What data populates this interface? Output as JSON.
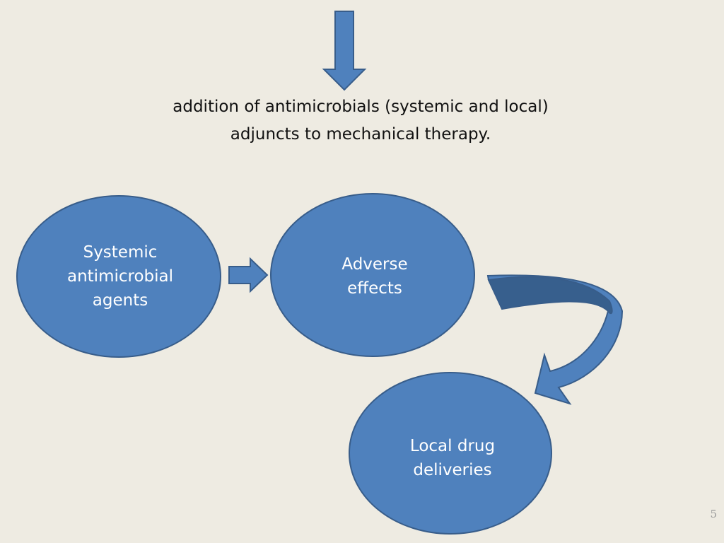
{
  "slide": {
    "heading": {
      "line1": "addition of antimicrobials (systemic and local)",
      "line2": "adjuncts to mechanical therapy."
    },
    "nodes": [
      {
        "label_lines": [
          "Systemic",
          "antimicrobial",
          "agents"
        ]
      },
      {
        "label_lines": [
          "Adverse",
          "effects"
        ]
      },
      {
        "label_lines": [
          "Local drug",
          "deliveries"
        ]
      }
    ],
    "page_number": "5"
  },
  "colors": {
    "background": "#eeebe2",
    "shape_fill": "#4f81bd",
    "shape_outline": "#385d8a",
    "curved_arrow_top": "#375f8d",
    "heading_text": "#111111",
    "node_text": "#ffffff",
    "page_number_text": "#9a9a9a"
  },
  "icons": {
    "top_arrow": "down-arrow-icon",
    "middle_arrow": "right-arrow-icon",
    "curved_arrow": "curved-down-left-arrow-icon"
  }
}
